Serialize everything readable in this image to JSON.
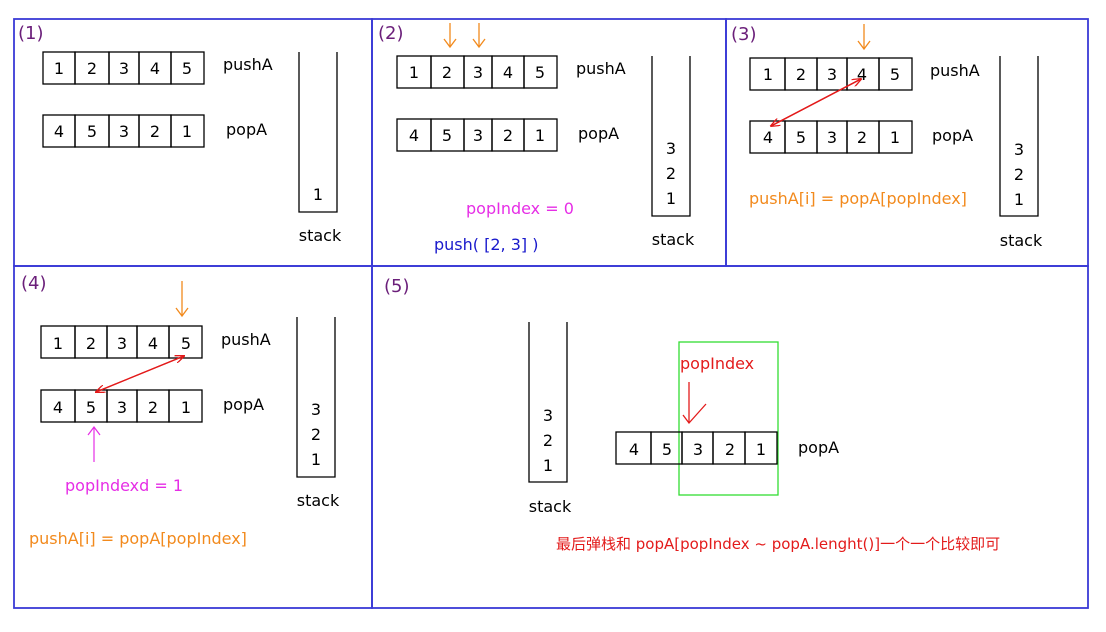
{
  "colors": {
    "panel_border": "#3b3bd6",
    "panel_label": "#6b1f7a",
    "orange": "#f28a1d",
    "magenta": "#e62ee6",
    "blue": "#1a1acc",
    "red": "#e31b1b",
    "green": "#33dd33",
    "black": "#000000"
  },
  "panels": [
    {
      "label": "(1)",
      "pushA_label": "pushA",
      "popA_label": "popA",
      "pushA": [
        "1",
        "2",
        "3",
        "4",
        "5"
      ],
      "popA": [
        "4",
        "5",
        "3",
        "2",
        "1"
      ],
      "stack_label": "stack",
      "stack": [
        "1"
      ]
    },
    {
      "label": "(2)",
      "pushA_label": "pushA",
      "popA_label": "popA",
      "pushA": [
        "1",
        "2",
        "3",
        "4",
        "5"
      ],
      "popA": [
        "4",
        "5",
        "3",
        "2",
        "1"
      ],
      "stack_label": "stack",
      "stack": [
        "3",
        "2",
        "1"
      ],
      "note_magenta": "popIndex = 0",
      "note_blue": "push( [2, 3] )"
    },
    {
      "label": "(3)",
      "pushA_label": "pushA",
      "popA_label": "popA",
      "pushA": [
        "1",
        "2",
        "3",
        "4",
        "5"
      ],
      "popA": [
        "4",
        "5",
        "3",
        "2",
        "1"
      ],
      "stack_label": "stack",
      "stack": [
        "3",
        "2",
        "1"
      ],
      "note_orange": "pushA[i] = popA[popIndex]"
    },
    {
      "label": "(4)",
      "pushA_label": "pushA",
      "popA_label": "popA",
      "pushA": [
        "1",
        "2",
        "3",
        "4",
        "5"
      ],
      "popA": [
        "4",
        "5",
        "3",
        "2",
        "1"
      ],
      "stack_label": "stack",
      "stack": [
        "3",
        "2",
        "1"
      ],
      "note_magenta": "popIndexd = 1",
      "note_orange": "pushA[i] = popA[popIndex]"
    },
    {
      "label": "(5)",
      "popA_label": "popA",
      "popA": [
        "4",
        "5",
        "3",
        "2",
        "1"
      ],
      "stack_label": "stack",
      "stack": [
        "3",
        "2",
        "1"
      ],
      "pointer_label": "popIndex",
      "note_red": "最后弹栈和 popA[popIndex ~ popA.lenght()]一个一个比较即可"
    }
  ]
}
